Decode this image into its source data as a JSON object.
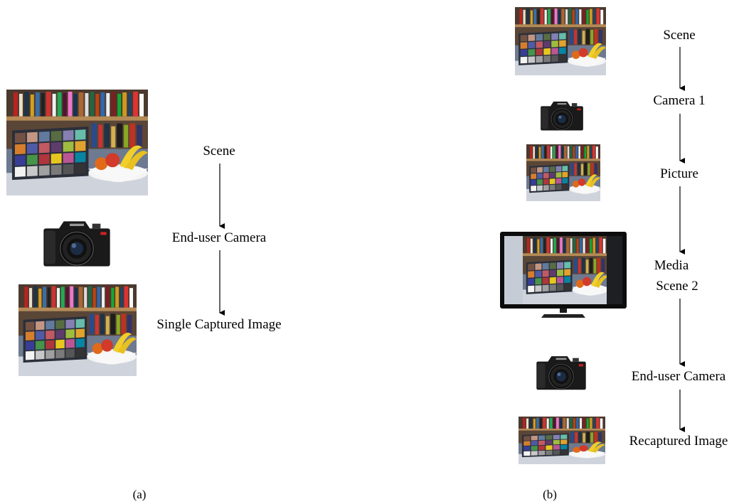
{
  "panel_a": {
    "steps": [
      "Scene",
      "End-user Camera",
      "Single Captured Image"
    ],
    "caption": "(a)"
  },
  "panel_b": {
    "steps": [
      "Scene",
      "Camera 1",
      "Picture",
      "Media",
      "Scene 2",
      "End-user Camera",
      "Recaptured Image"
    ],
    "caption": "(b)"
  },
  "icons": {
    "scene_photo": "scene-photo-icon",
    "camera": "camera-icon",
    "monitor": "monitor-icon"
  }
}
